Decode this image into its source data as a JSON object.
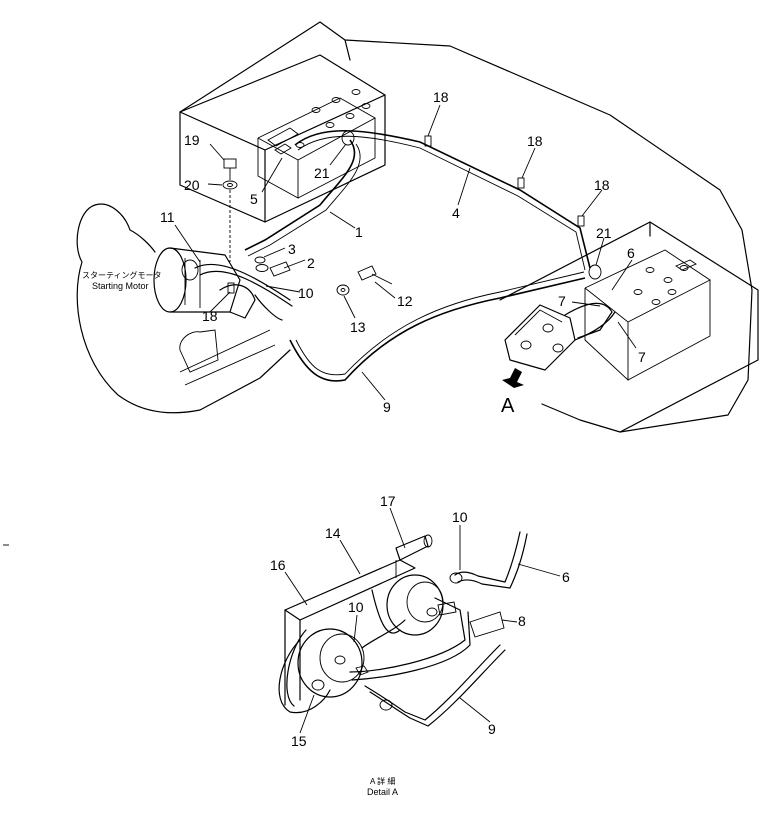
{
  "callouts": {
    "c1": "1",
    "c2": "2",
    "c3": "3",
    "c4": "4",
    "c5": "5",
    "c6": "6",
    "c7a": "7",
    "c7b": "7",
    "c9": "9",
    "c10": "10",
    "c11": "11",
    "c12": "12",
    "c13": "13",
    "c18a": "18",
    "c18b": "18",
    "c18c": "18",
    "c18d": "18",
    "c19": "19",
    "c20": "20",
    "c21a": "21",
    "c21b": "21"
  },
  "detail_callouts": {
    "d6": "6",
    "d8": "8",
    "d9": "9",
    "d10a": "10",
    "d10b": "10",
    "d14": "14",
    "d15": "15",
    "d16": "16",
    "d17": "17"
  },
  "starting_motor": {
    "jp": "スターティングモータ",
    "en": "Starting Motor"
  },
  "view_arrow": "A",
  "detail_caption": {
    "jp": "A 詳 細",
    "en": "Detail A"
  }
}
